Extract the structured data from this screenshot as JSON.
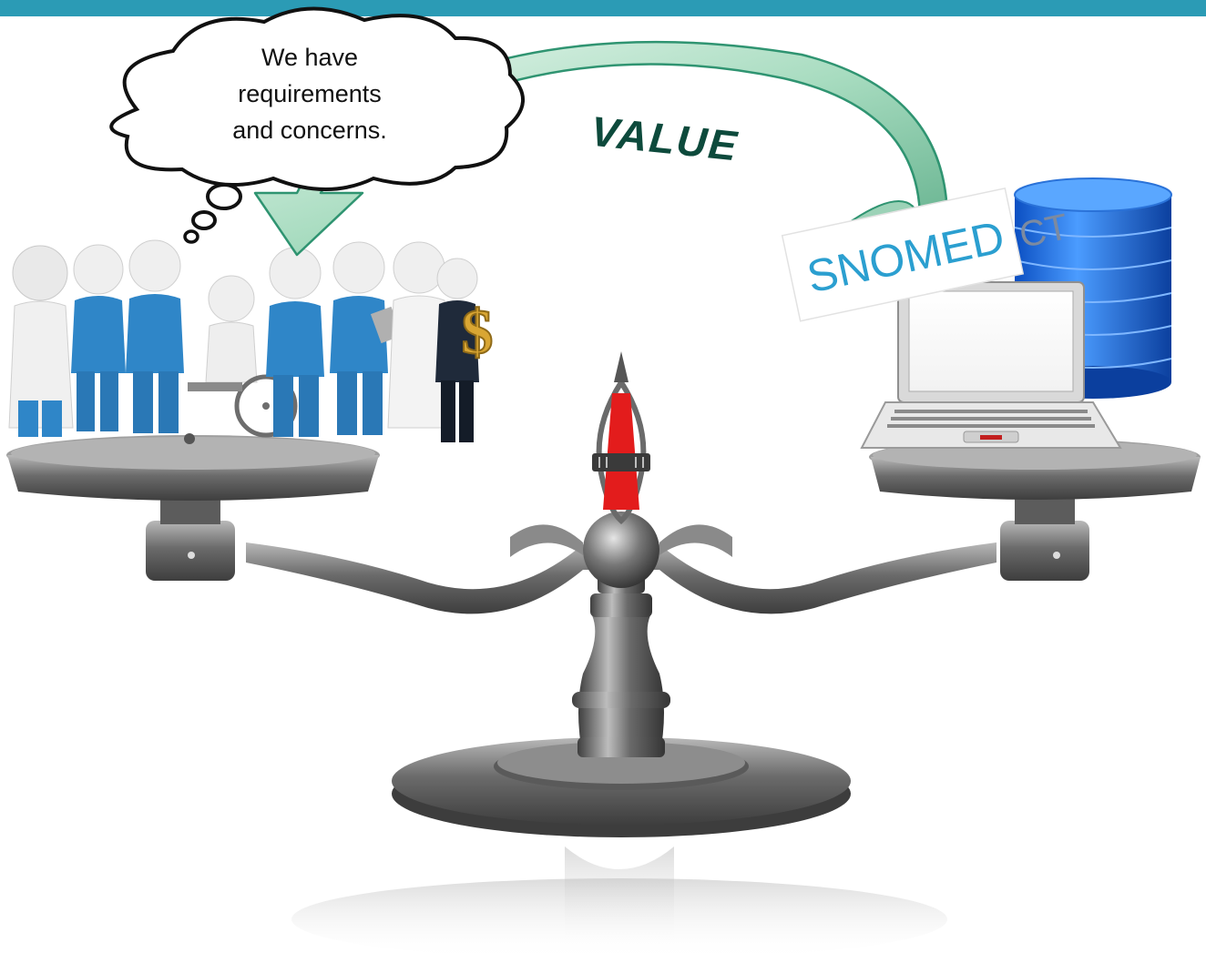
{
  "speech_bubble": {
    "lines": [
      "We have",
      "requirements",
      "and concerns."
    ]
  },
  "arrow": {
    "label": "VALUE",
    "label_color": "#0d4a3c",
    "arrow_color": "#7fc7a4"
  },
  "terminology": {
    "brand": "SNOMED",
    "suffix": "CT",
    "color": "#2b9fd0"
  },
  "theme": {
    "header_bar_color": "#2b9bb5",
    "scale_color": "#6f6f6f",
    "figure_shirt_color": "#2f86c8",
    "database_color": "#1a6fe0",
    "money_color": "#d9a633"
  },
  "icons": [
    "thought-bubble-icon",
    "stakeholders-icon",
    "scale-icon",
    "laptop-icon",
    "database-icon",
    "dollar-sign-icon",
    "value-arrow-icon"
  ]
}
